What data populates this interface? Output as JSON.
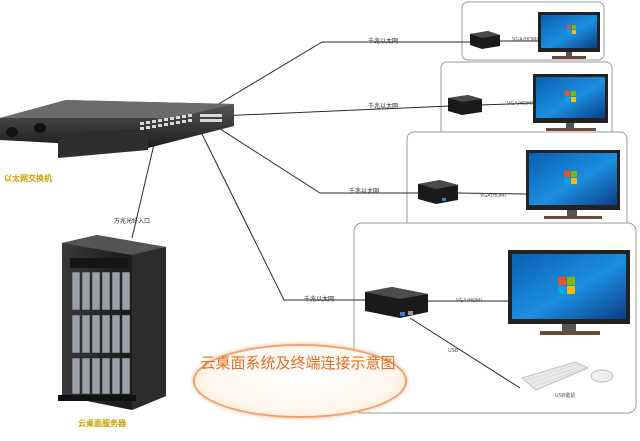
{
  "title": "云桌面系统及终端连接示意图",
  "switch_caption": "以太网交换机",
  "server_caption": "云桌面服务器",
  "link_labels": {
    "server_link": "万兆光纤入口",
    "terminal_link_1": "千兆以太网",
    "terminal_link_2": "千兆以太网",
    "terminal_link_3": "千兆以太网",
    "terminal_link_4": "千兆以太网"
  },
  "port_labels": {
    "vga_hdmi_1": "VGA/HDMI",
    "vga_hdmi_2": "VGA/HDMI",
    "vga_hdmi_3": "VGA/HDMI",
    "vga_hdmi_4": "VGA/HDMI",
    "usb": "USB",
    "usb_keyboard": "USB键鼠"
  },
  "colors": {
    "caption": "#c8a000",
    "title": "#e46d23",
    "oval_border": "#f0a070"
  }
}
